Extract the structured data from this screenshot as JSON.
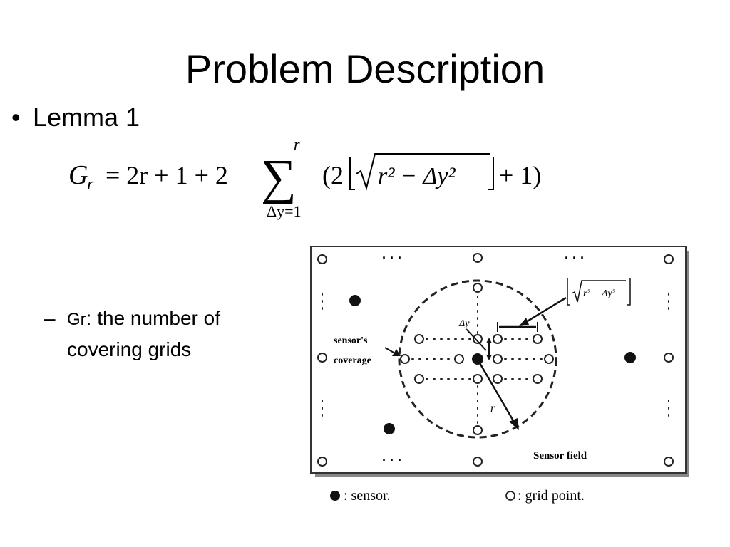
{
  "title": "Problem Description",
  "bullet": {
    "marker": "•",
    "text": "Lemma 1"
  },
  "formula": {
    "lhs": "G",
    "lhs_sub": "r",
    "rhs_start": "= 2r + 1 + 2",
    "sum_upper": "r",
    "sum_lower": "Δy=1",
    "term_open": "(2",
    "radicand": "r² − Δy²",
    "term_close": "+ 1)"
  },
  "sub_bullet": {
    "dash": "–",
    "gr": "Gr",
    "text": ": the number of covering grids"
  },
  "figure": {
    "sensor_field_label": "Sensor field",
    "coverage_label_line1": "sensor's",
    "coverage_label_line2": "coverage",
    "delta_y_label": "Δy",
    "r_label": "r",
    "callout_radicand": "r² − Δy²",
    "dots": "· · ·",
    "legend_sensor": ": sensor.",
    "legend_grid": ": grid point."
  }
}
